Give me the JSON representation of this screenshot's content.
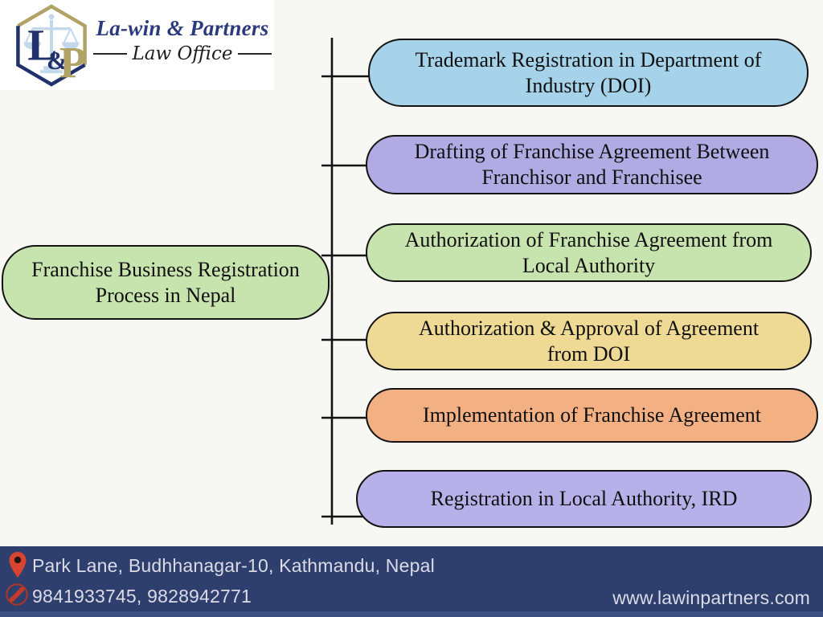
{
  "logo": {
    "monogram": {
      "l": "L",
      "amp": "&",
      "p": "P"
    },
    "name": "La-win & Partners",
    "tagline": "Law Office",
    "colors": {
      "navy": "#22306b",
      "gold": "#b1a266",
      "scales_blue": "#c3d9eb",
      "name_navy": "#2b3a7c"
    }
  },
  "diagram": {
    "title": {
      "lines": [
        "Franchise Business Registration",
        "Process in Nepal"
      ],
      "color": "#c7e3ae"
    },
    "steps": [
      {
        "lines": [
          "Trademark Registration in Department of",
          "Industry (DOI)"
        ],
        "color": "#a6d3ea"
      },
      {
        "lines": [
          "Drafting of Franchise Agreement Between",
          "Franchisor and Franchisee"
        ],
        "color": "#b2aae3"
      },
      {
        "lines": [
          "Authorization of Franchise Agreement from",
          "Local Authority"
        ],
        "color": "#c7e3ae"
      },
      {
        "lines": [
          "Authorization & Approval of Agreement",
          "from DOI"
        ],
        "color": "#eeda95"
      },
      {
        "lines": [
          "Implementation of Franchise Agreement"
        ],
        "color": "#f2b083"
      },
      {
        "lines": [
          "Registration in Local Authority, IRD"
        ],
        "color": "#b8b0e8"
      }
    ]
  },
  "footer": {
    "address": "Park Lane, Budhhanagar-10, Kathmandu, Nepal",
    "phones": "9841933745, 9828942771",
    "website": "www.lawinpartners.com",
    "background": "#2e3f6e",
    "strip_color": "#3e4f84",
    "icon_red": "#d8442f",
    "text_color": "#dadbe7"
  }
}
